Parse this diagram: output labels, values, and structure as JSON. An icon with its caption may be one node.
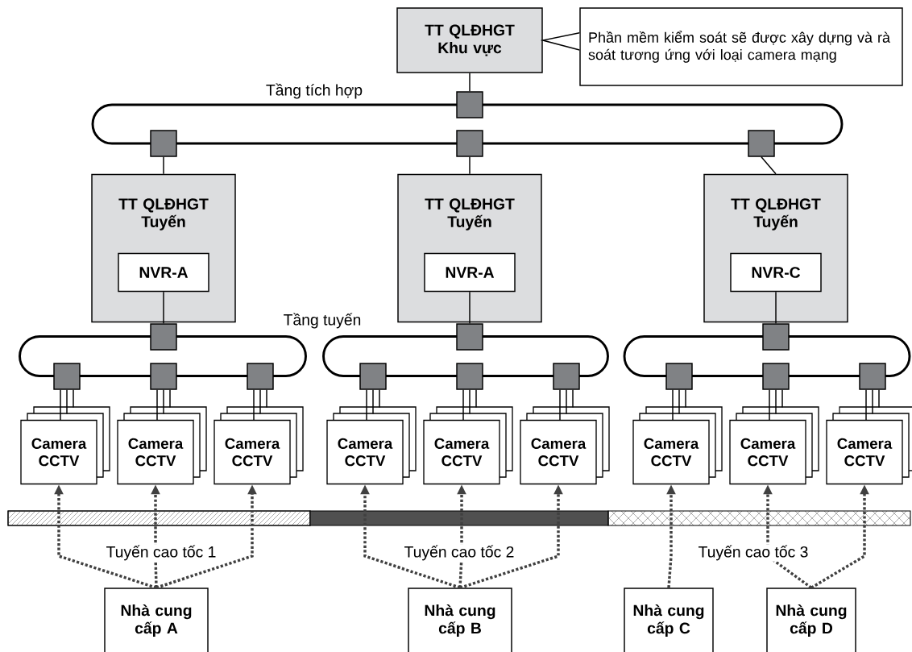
{
  "diagram": {
    "nodes": [
      {
        "text": [
          "TT QLĐHGT Khu vực"
        ]
      },
      {
        "text": [
          "Phần mềm kiểm soát sẽ được xây dựng và rà soát tương ứng với loại camera mạng"
        ]
      },
      {
        "text": [
          "Tầng tích hợp"
        ]
      },
      {
        "text": [],
        "shape": "box"
      },
      {
        "text": [],
        "shape": "box"
      },
      {
        "text": [],
        "shape": "box"
      },
      {
        "text": [],
        "shape": "box"
      },
      {
        "text": [
          "TT QLĐHGT Tuyến"
        ]
      },
      {
        "text": [
          "NVR-A"
        ],
        "in": 7
      },
      {
        "text": [
          "TT QLĐHGT Tuyến"
        ]
      },
      {
        "text": [
          "NVR-A"
        ],
        "in": 9
      },
      {
        "text": [
          "TT QLĐHGT Tuyến"
        ]
      },
      {
        "text": [
          "NVR-C"
        ],
        "in": 11
      },
      {
        "text": [
          "Tầng tuyến"
        ]
      },
      {
        "text": [],
        "shape": "ring"
      },
      {
        "text": [],
        "shape": "ring"
      },
      {
        "text": [],
        "shape": "box"
      },
      {
        "text": [],
        "shape": "box"
      },
      {
        "text": [],
        "shape": "box"
      },
      {
        "text": [],
        "shape": "box"
      },
      {
        "text": [],
        "shape": "box"
      },
      {
        "text": [],
        "shape": "box"
      },
      {
        "text": [],
        "shape": "box"
      },
      {
        "text": [],
        "shape": "box"
      },
      {
        "text": [],
        "shape": "box"
      },
      {
        "text": [],
        "shape": "box"
      },
      {
        "text": [],
        "shape": "box"
      },
      {
        "text": [],
        "shape": "box"
      },
      {
        "text": [
          "Camera CCTV"
        ]
      },
      {
        "text": [
          "Camera CCTV"
        ]
      },
      {
        "text": [
          "Camera CCTV"
        ]
      },
      {
        "text": [
          "Camera CCTV"
        ]
      },
      {
        "text": [
          "Camera CCTV"
        ]
      },
      {
        "text": [
          "Camera CCTV"
        ]
      },
      {
        "text": [
          "Camera CCTV"
        ]
      },
      {
        "text": [
          "Camera CCTV"
        ]
      },
      {
        "text": [
          "Camera CCTV"
        ]
      },
      {
        "text": [
          "Nhà cung cấp A"
        ]
      },
      {
        "text": [
          "Nhà cung cấp B"
        ]
      },
      {
        "text": [
          "Nhà cung cấp C"
        ]
      },
      {
        "text": [
          "Nhà cung cấp D"
        ]
      }
    ],
    "edges": [
      {
        "from": 1,
        "to": 0,
        "arrow": "none"
      },
      {
        "from": 0,
        "to": 3,
        "arrow": "none"
      },
      {
        "from": 4,
        "to": 7,
        "arrow": "none"
      },
      {
        "from": 5,
        "to": 9,
        "arrow": "none"
      },
      {
        "from": 6,
        "to": 11,
        "arrow": "none"
      },
      {
        "from": 8,
        "to": 16,
        "arrow": "none"
      },
      {
        "from": 10,
        "to": 17,
        "arrow": "none"
      },
      {
        "from": 12,
        "to": 18,
        "arrow": "none"
      },
      {
        "from": 19,
        "to": 28,
        "arrow": "none"
      },
      {
        "from": 20,
        "to": 29,
        "arrow": "none"
      },
      {
        "from": 21,
        "to": 30,
        "arrow": "none"
      },
      {
        "from": 22,
        "to": 31,
        "arrow": "none"
      },
      {
        "from": 23,
        "to": 32,
        "arrow": "none"
      },
      {
        "from": 24,
        "to": 33,
        "arrow": "none"
      },
      {
        "from": 25,
        "to": 34,
        "arrow": "none"
      },
      {
        "from": 26,
        "to": 35,
        "arrow": "none"
      },
      {
        "from": 27,
        "to": 36,
        "arrow": "none"
      },
      {
        "from": 37,
        "to": 28,
        "arrow": "to",
        "style": "dashed"
      },
      {
        "from": 37,
        "to": 29,
        "arrow": "to",
        "style": "dashed"
      },
      {
        "from": 37,
        "to": 30,
        "arrow": "to",
        "style": "dashed"
      },
      {
        "from": 38,
        "to": 31,
        "arrow": "to",
        "style": "dashed"
      },
      {
        "from": 38,
        "to": 32,
        "arrow": "to",
        "style": "dashed"
      },
      {
        "from": 38,
        "to": 33,
        "arrow": "to",
        "style": "dashed"
      },
      {
        "from": 39,
        "to": 34,
        "arrow": "to",
        "style": "dashed"
      },
      {
        "from": 40,
        "to": 35,
        "arrow": "to",
        "style": "dashed"
      },
      {
        "from": 40,
        "to": 36,
        "arrow": "to",
        "style": "dashed"
      }
    ],
    "labels": [
      "Tuyến cao tốc 1",
      "Tuyến cao tốc 2",
      "Tuyến cao tốc 3"
    ]
  }
}
